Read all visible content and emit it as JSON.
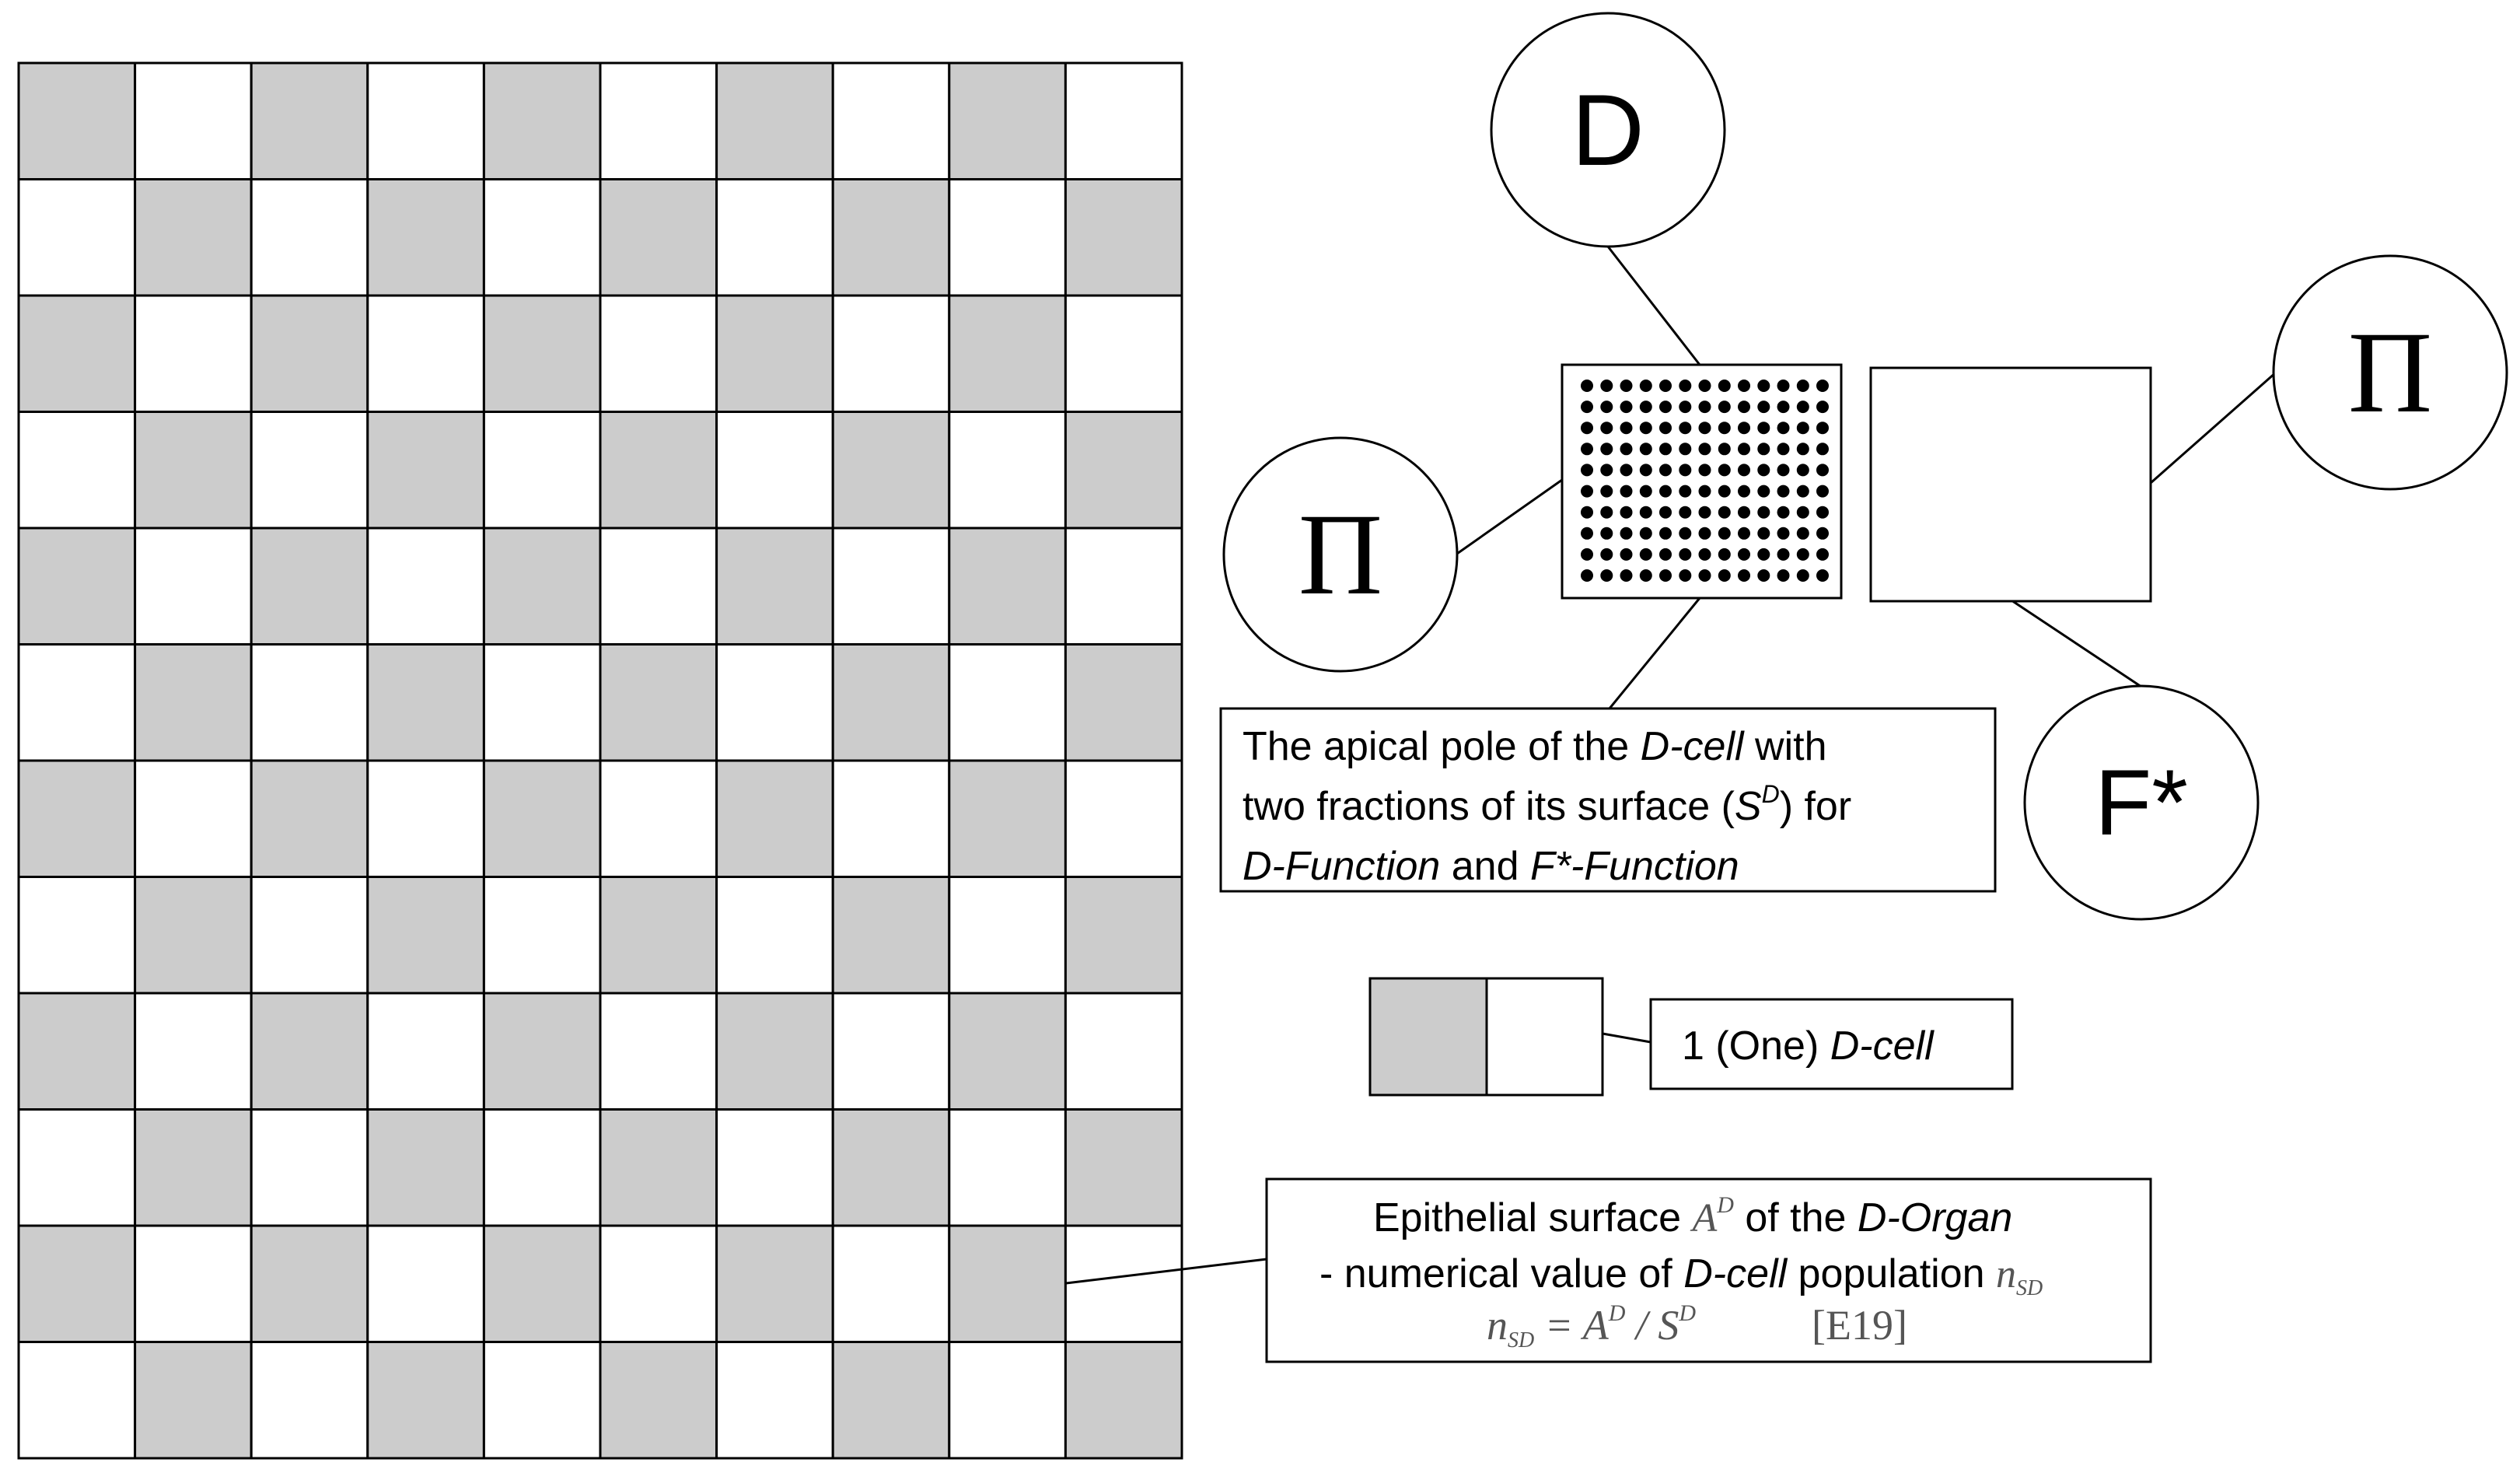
{
  "diagram": {
    "grid": {
      "rows": 12,
      "cols": 10,
      "shaded_color": "#cccccc",
      "white_color": "#ffffff"
    },
    "nodes": {
      "d_top": "D",
      "pi_left": "Π",
      "pi_right": "Π",
      "f_star": "F*"
    },
    "apical_label": {
      "line1": {
        "t1": "The apical pole of the ",
        "t2": "D-cell",
        "t3": " with"
      },
      "line2": {
        "t1": "two fractions of its surface (",
        "t2": "S",
        "t3": "D",
        "t4": ") for"
      },
      "line3": {
        "t1": "D-Function",
        "t2": " and ",
        "t3": "F*-Function"
      }
    },
    "cell_label": {
      "t1": "1 (One) ",
      "t2": "D-cell"
    },
    "epithelial_label": {
      "line1": {
        "t1": "Epithelial surface ",
        "t2": "A",
        "t3": "D",
        "t4": " of the ",
        "t5": "D-Organ"
      },
      "line2": {
        "t1": "- numerical value of ",
        "t2": "D-cell",
        "t3": " population ",
        "t4": "n",
        "t5": "SD"
      },
      "line3": {
        "t1": "n",
        "t2": "SD",
        "t3": " = A",
        "t4": "D",
        "t5": " / S",
        "t6": "D",
        "t7": "[E19]"
      }
    }
  }
}
